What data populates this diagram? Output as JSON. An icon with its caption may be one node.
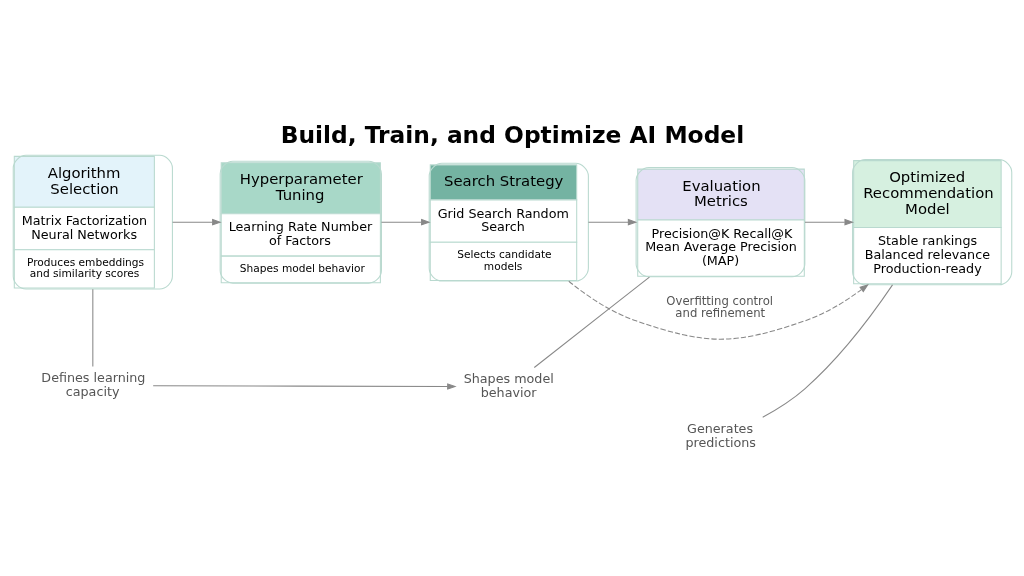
{
  "diagram": {
    "title": "Build, Train, and Optimize AI Model",
    "nodes": [
      {
        "text": [
          "Algorithm Selection",
          "Matrix Factorization Neural Networks",
          "Produces embeddings and similarity scores"
        ]
      },
      {
        "text": [
          "Hyperparameter Tuning",
          "Learning Rate Number of Factors",
          "Shapes model behavior"
        ]
      },
      {
        "text": [
          "Search Strategy",
          "Grid Search Random Search",
          "Selects candidate models"
        ]
      },
      {
        "text": [
          "Evaluation Metrics",
          "Precision@K Recall@K Mean Average Precision (MAP)"
        ]
      },
      {
        "text": [
          "Optimized Recommendation Model",
          "Stable rankings Balanced relevance Production-ready"
        ]
      },
      {
        "text": [
          "Defines learning capacity"
        ]
      },
      {
        "text": [
          "Shapes model behavior"
        ]
      },
      {
        "text": [
          "Generates predictions"
        ]
      }
    ],
    "edges": [
      {
        "from": 0,
        "to": 1,
        "arrow": "to"
      },
      {
        "from": 1,
        "to": 2,
        "arrow": "to"
      },
      {
        "from": 2,
        "to": 3,
        "arrow": "to"
      },
      {
        "from": 3,
        "to": 4,
        "arrow": "to"
      },
      {
        "from": 2,
        "to": 4,
        "arrow": "to",
        "style": "dashed",
        "label": "Overfitting control and refinement"
      },
      {
        "from": 0,
        "to": 5,
        "arrow": "none"
      },
      {
        "from": 5,
        "to": 6,
        "arrow": "to"
      },
      {
        "from": 3,
        "to": 6,
        "arrow": "none"
      },
      {
        "from": 4,
        "to": 7,
        "arrow": "none"
      }
    ]
  }
}
